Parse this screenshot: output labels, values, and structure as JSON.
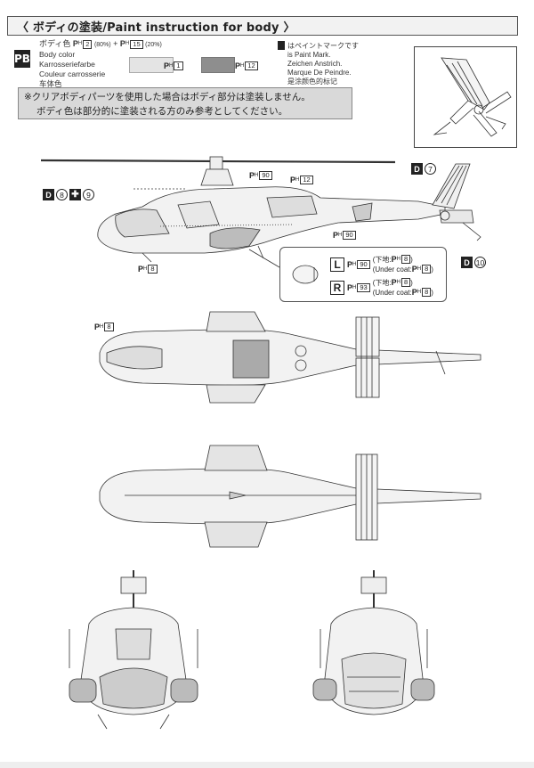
{
  "title": "〈 ボディの塗装/Paint instruction for body 〉",
  "pb_code": "PB",
  "body_color": {
    "lines": [
      "ボディ色",
      "Body color",
      "Karrosseriefarbe",
      "Couleur carrosserie",
      "车体色"
    ],
    "mix": {
      "a_num": "2",
      "a_pct": "(80%)",
      "plus": "+",
      "b_num": "15",
      "b_pct": "(20%)"
    },
    "swatch_light_label": "1",
    "swatch_dark_label": "12"
  },
  "paint_mark_legend": [
    "はペイントマークです",
    "is Paint Mark.",
    "Zeichen Anstrich.",
    "Marque De Peindre.",
    "是涂颜色的标记"
  ],
  "note_lines": [
    "※クリアボディパーツを使用した場合はボディ部分は塗装しません。",
    "ボディ色は部分的に塗装される方のみ参考としてください。"
  ],
  "ph_prefix": "P",
  "ph_sub": "H",
  "side_view": {
    "ph_90_top": "90",
    "ph_12": "12",
    "ph_90_mid": "90",
    "ph_8": "8",
    "decal_d7": {
      "d": "D",
      "n": "7"
    },
    "decal_d8": {
      "d": "D",
      "n": "8",
      "n2": "9"
    },
    "decal_d10": {
      "d": "D",
      "n": "10"
    }
  },
  "callout": {
    "L": {
      "letter": "L",
      "num": "90",
      "under_jp": "(下地:",
      "under_num": "8",
      "under_en": "(Under coat:",
      "close": ")"
    },
    "R": {
      "letter": "R",
      "num": "93",
      "under_jp": "(下地:",
      "under_num": "8",
      "under_en": "(Under coat:",
      "close": ")"
    }
  },
  "top_view": {
    "ph_8": "8"
  }
}
